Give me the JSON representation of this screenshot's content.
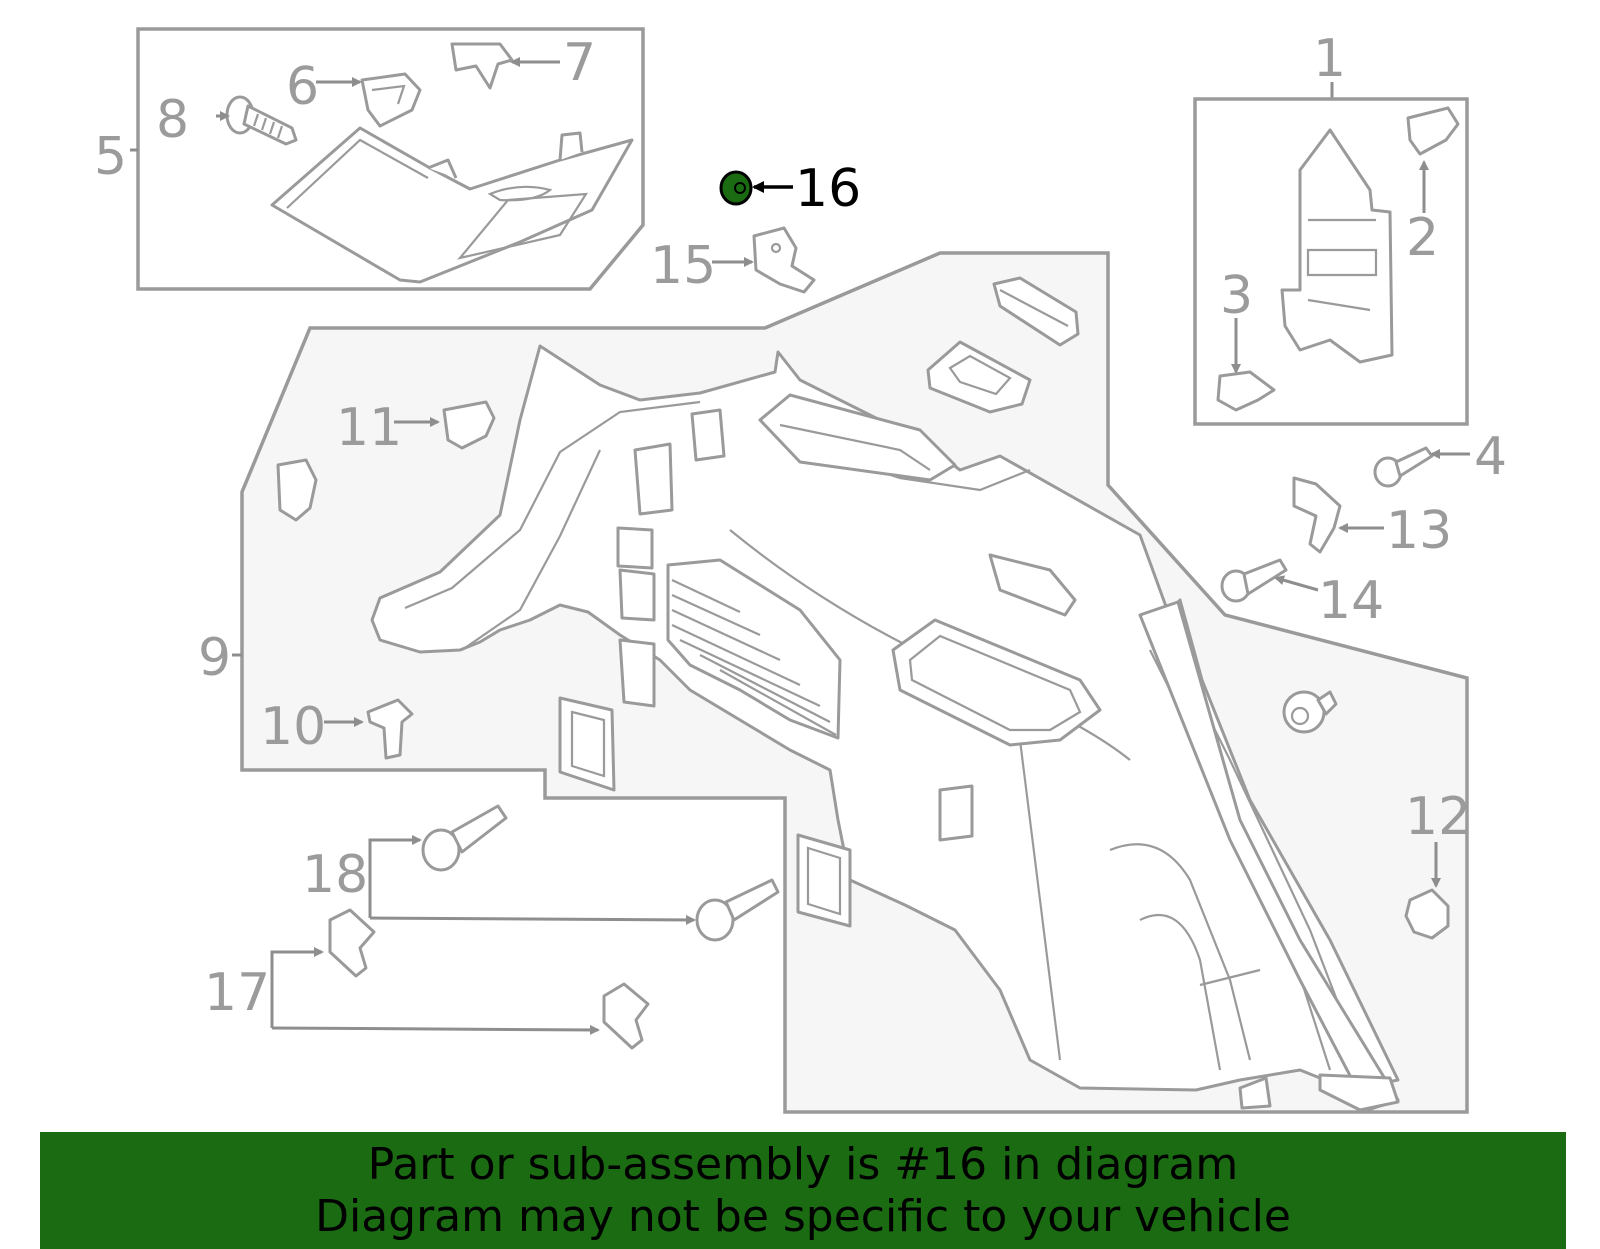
{
  "diagram": {
    "callouts": [
      "1",
      "2",
      "3",
      "4",
      "5",
      "6",
      "7",
      "8",
      "9",
      "10",
      "11",
      "12",
      "13",
      "14",
      "15",
      "16",
      "17",
      "18"
    ],
    "highlighted_callout": "16",
    "highlight_color": "#1a6b12"
  },
  "banner": {
    "line1": "Part or sub-assembly is #16 in diagram",
    "line2": "Diagram may not be specific to your vehicle",
    "background": "#1a6b12"
  }
}
